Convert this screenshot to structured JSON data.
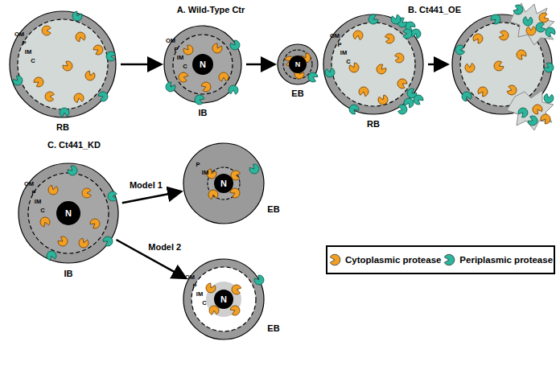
{
  "diagram": {
    "nodes": [
      {
        "text": [
          "RB"
        ]
      },
      {
        "text": [
          "IB"
        ]
      },
      {
        "text": [
          "N"
        ],
        "in": 1
      },
      {
        "text": [
          "EB"
        ]
      },
      {
        "text": [
          "N"
        ],
        "in": 3
      },
      {
        "text": [
          "RB"
        ]
      },
      {
        "text": [
          "IB"
        ]
      },
      {
        "text": [
          "N"
        ],
        "in": 6
      },
      {
        "text": [
          "EB"
        ]
      },
      {
        "text": [
          "N"
        ],
        "in": 8
      },
      {
        "text": [
          "EB"
        ]
      },
      {
        "text": [
          "N"
        ],
        "in": 10
      }
    ],
    "edges": [
      {
        "from": 0,
        "to": 1,
        "arrow": "to"
      },
      {
        "from": 1,
        "to": 3,
        "arrow": "to"
      },
      {
        "from": 6,
        "to": 8,
        "label": "Model 1",
        "arrow": "to"
      },
      {
        "from": 6,
        "to": 10,
        "label": "Model 2",
        "arrow": "to"
      }
    ],
    "labels": [
      "A. Wild-Type Ctr",
      "B. Ct441_OE",
      "C. Ct441_KD",
      "OM",
      "P",
      "IM",
      "C",
      "OM",
      "P",
      "IM",
      "C",
      "OM",
      "P",
      "IM",
      "C",
      "OM",
      "P",
      "IM",
      "C",
      "P",
      "IM",
      "OM",
      "P",
      "IM",
      "C"
    ],
    "legend": [
      {
        "text": "Cytoplasmic protease",
        "color": "#f2a024"
      },
      {
        "text": "Periplasmic protease",
        "color": "#2bb59d"
      }
    ]
  }
}
